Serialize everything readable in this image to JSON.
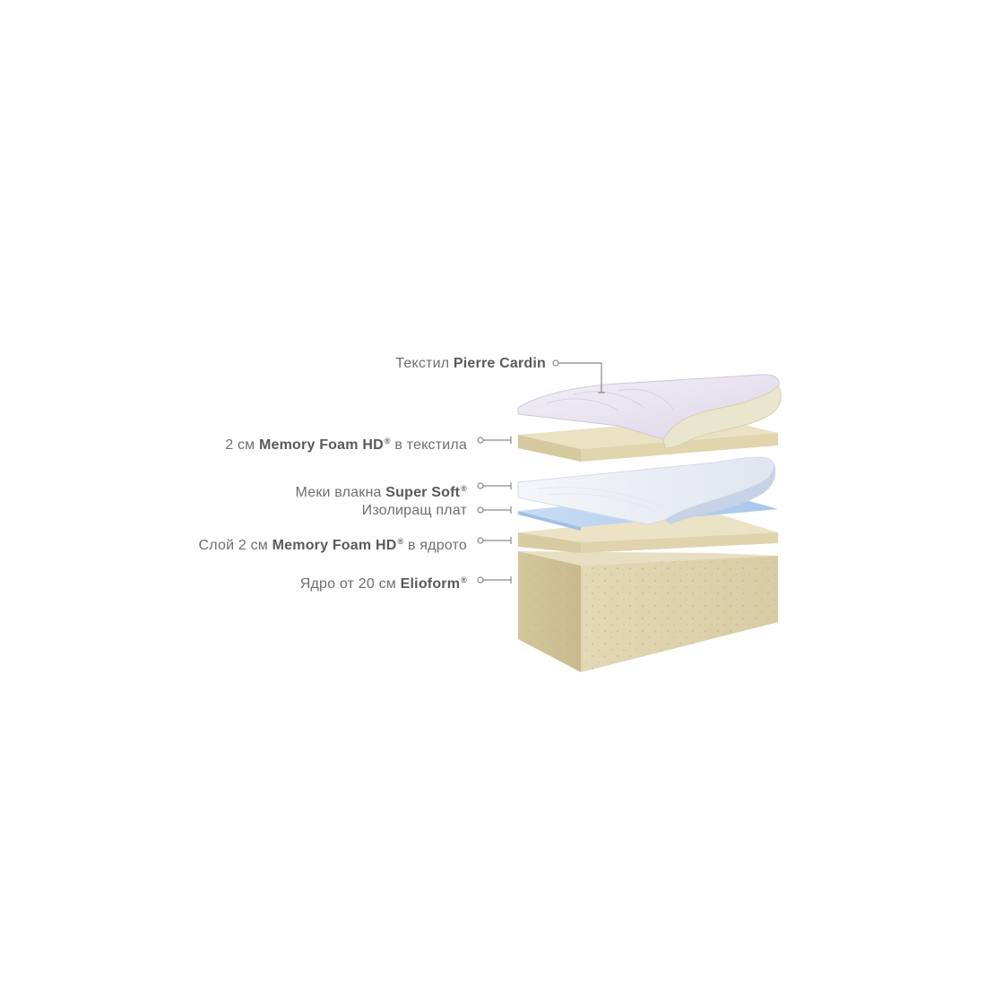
{
  "layers": [
    {
      "id": "textile",
      "prefix": "Текстил ",
      "bold": "Pierre Cardin",
      "mark": "",
      "suffix": ""
    },
    {
      "id": "memory-top",
      "prefix": "2 см ",
      "bold": "Memory Foam HD",
      "mark": "®",
      "suffix": " в текстила"
    },
    {
      "id": "super-soft",
      "prefix": "Меки влакна ",
      "bold": "Super Soft",
      "mark": "®",
      "suffix": ""
    },
    {
      "id": "insulating",
      "prefix": "Изолиращ плат",
      "bold": "",
      "mark": "",
      "suffix": ""
    },
    {
      "id": "memory-core",
      "prefix": "Слой 2 см ",
      "bold": "Memory Foam HD",
      "mark": "®",
      "suffix": " в ядрото"
    },
    {
      "id": "core",
      "prefix": "Ядро от 20 см ",
      "bold": "Elioform",
      "mark": "®",
      "suffix": ""
    }
  ],
  "colors": {
    "foam": "#e6dcbc",
    "foam_dark": "#d2c49b",
    "textile": "#ece8f2",
    "textile_edge": "#e8e5cd",
    "fiber": "#eef1f7",
    "insulating": "#bcd4f0",
    "leader": "#8a8a8a"
  }
}
